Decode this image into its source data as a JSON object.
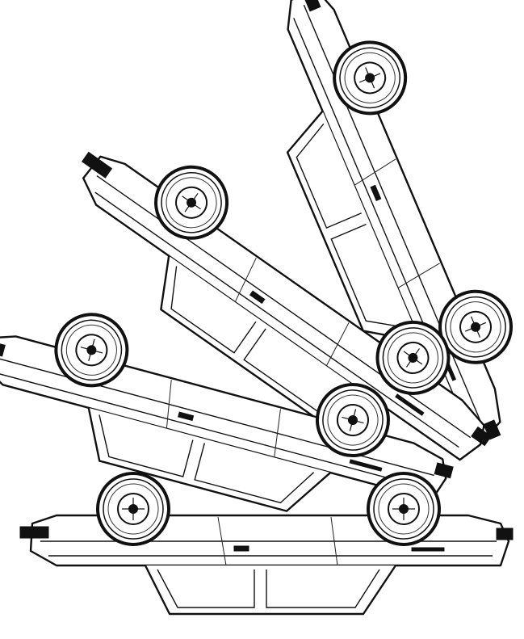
{
  "scene": {
    "background": "#ffffff",
    "ink": "#111111",
    "cars": [
      {
        "id": "car-1",
        "pose": "upside-down",
        "tilt_deg": 0
      },
      {
        "id": "car-2",
        "pose": "upside-down",
        "tilt_deg": 15
      },
      {
        "id": "car-3",
        "pose": "upside-down",
        "tilt_deg": 35
      },
      {
        "id": "car-4",
        "pose": "upside-down",
        "tilt_deg": 67
      }
    ]
  }
}
